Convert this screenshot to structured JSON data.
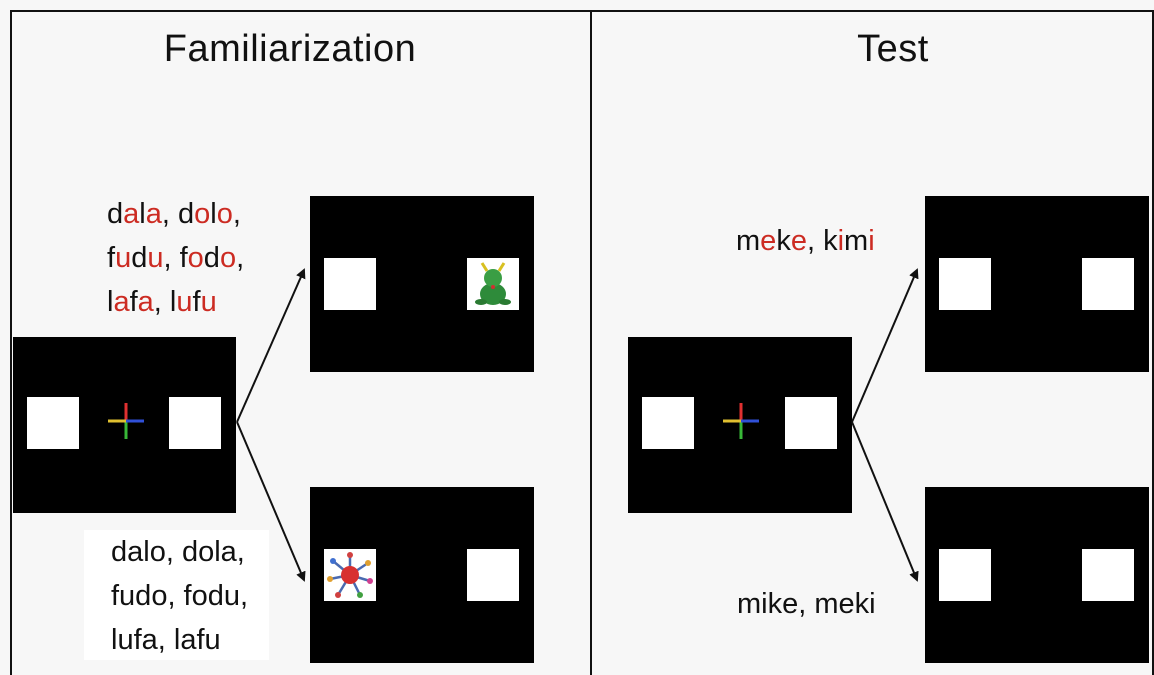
{
  "panels": {
    "familiarization": {
      "title": "Familiarization"
    },
    "test": {
      "title": "Test"
    }
  },
  "colors": {
    "highlight": "#cc2b22",
    "text": "#111111",
    "screen": "#000000"
  },
  "familiarization_words": {
    "top": [
      [
        {
          "t": "d",
          "c": "blk"
        },
        {
          "t": "a",
          "c": "red"
        },
        {
          "t": "l",
          "c": "blk"
        },
        {
          "t": "a",
          "c": "red"
        },
        {
          "t": ", d",
          "c": "blk"
        },
        {
          "t": "o",
          "c": "red"
        },
        {
          "t": "l",
          "c": "blk"
        },
        {
          "t": "o",
          "c": "red"
        },
        {
          "t": ",",
          "c": "blk"
        }
      ],
      [
        {
          "t": "f",
          "c": "blk"
        },
        {
          "t": "u",
          "c": "red"
        },
        {
          "t": "d",
          "c": "blk"
        },
        {
          "t": "u",
          "c": "red"
        },
        {
          "t": ", f",
          "c": "blk"
        },
        {
          "t": "o",
          "c": "red"
        },
        {
          "t": "d",
          "c": "blk"
        },
        {
          "t": "o",
          "c": "red"
        },
        {
          "t": ",",
          "c": "blk"
        }
      ],
      [
        {
          "t": "l",
          "c": "blk"
        },
        {
          "t": "a",
          "c": "red"
        },
        {
          "t": "f",
          "c": "blk"
        },
        {
          "t": "a",
          "c": "red"
        },
        {
          "t": ", l",
          "c": "blk"
        },
        {
          "t": "u",
          "c": "red"
        },
        {
          "t": "f",
          "c": "blk"
        },
        {
          "t": "u",
          "c": "red"
        }
      ]
    ],
    "bottom": [
      "dalo, dola,",
      "fudo, fodu,",
      "lufa, lafu"
    ]
  },
  "test_words": {
    "top": [
      {
        "t": "m",
        "c": "blk"
      },
      {
        "t": "e",
        "c": "red"
      },
      {
        "t": "k",
        "c": "blk"
      },
      {
        "t": "e",
        "c": "red"
      },
      {
        "t": ", k",
        "c": "blk"
      },
      {
        "t": "i",
        "c": "red"
      },
      {
        "t": "m",
        "c": "blk"
      },
      {
        "t": "i",
        "c": "red"
      }
    ],
    "bottom": "mike, meki"
  },
  "icons": {
    "fixation": "colored-cross-icon",
    "reward_top": "green-toy-icon",
    "reward_bottom": "spiky-ball-toy-icon"
  }
}
